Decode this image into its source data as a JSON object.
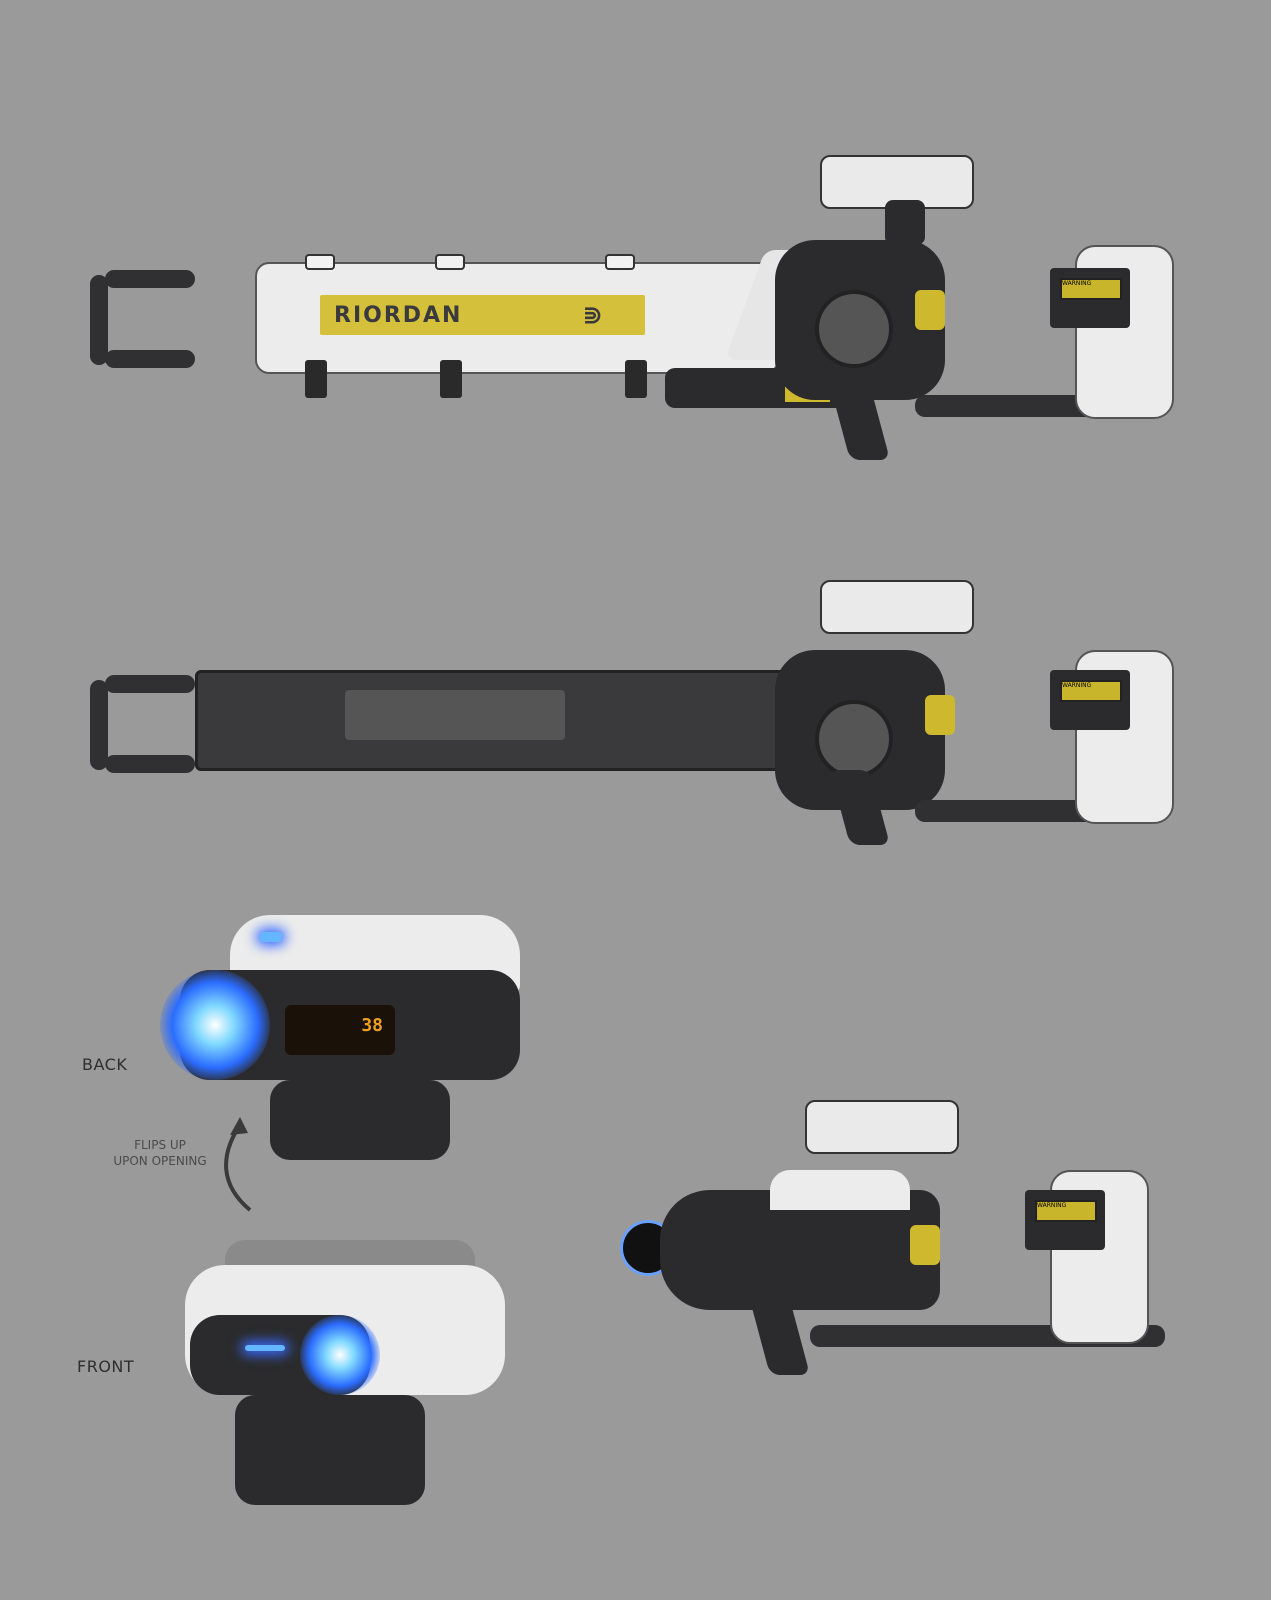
{
  "sheet": {
    "background": "#9a9a9a",
    "accent_yellow": "#d4c03a",
    "glow_blue": "#3a6bff"
  },
  "rifle_top": {
    "brand_label": "RIORDAN",
    "brand_icon": "chevron-logo-icon",
    "warning_sticker": "WARNING"
  },
  "rifle_middle": {
    "warning_sticker": "WARNING"
  },
  "drone": {
    "back_label": "BACK",
    "front_label": "FRONT",
    "flip_note_line1": "FLIPS UP",
    "flip_note_line2": "UPON OPENING",
    "display_value": "38"
  },
  "rifle_compact": {
    "warning_sticker": "WARNING"
  }
}
